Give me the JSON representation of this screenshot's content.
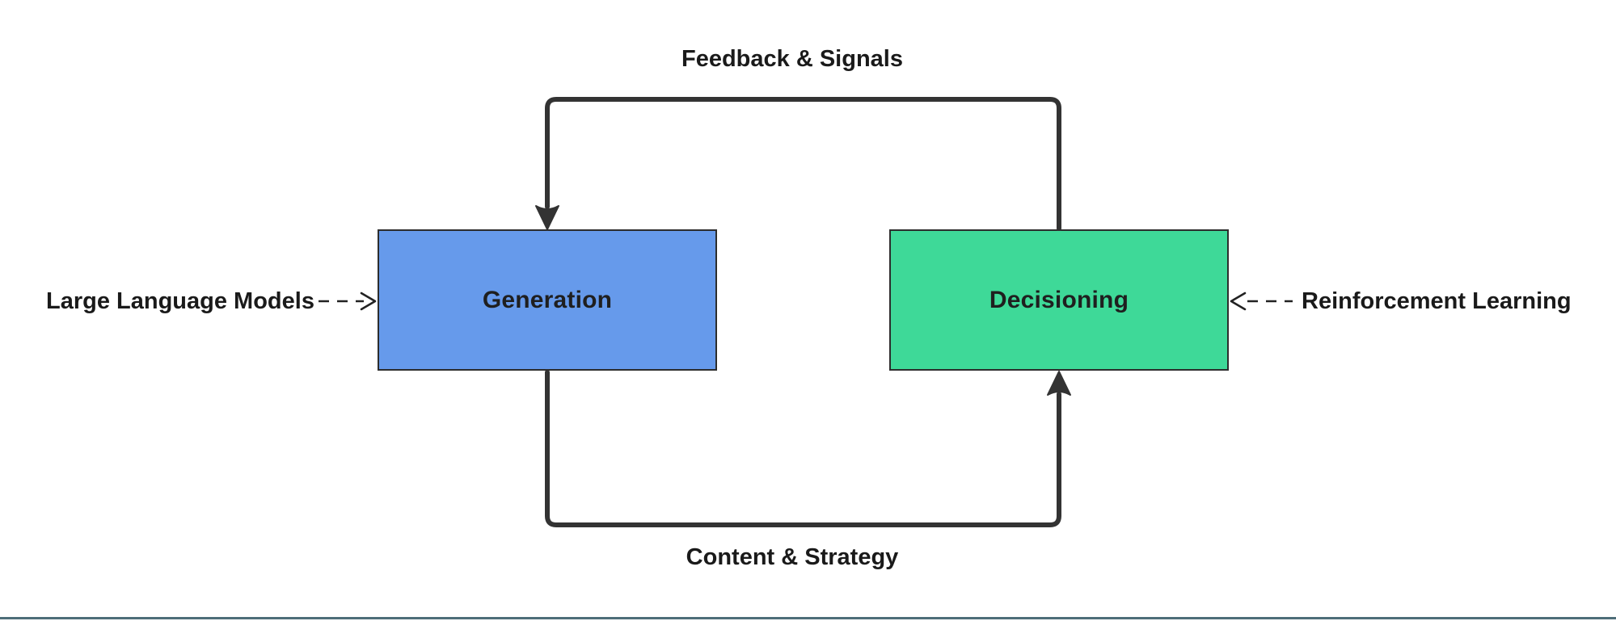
{
  "diagram": {
    "type": "flowchart-loop",
    "background": "#ffffff",
    "nodes": [
      {
        "id": "generation",
        "label": "Generation",
        "fill": "#669AEB",
        "border": "#2d2d2d"
      },
      {
        "id": "decisioning",
        "label": "Decisioning",
        "fill": "#3ED998",
        "border": "#2d2d2d"
      }
    ],
    "edges": [
      {
        "from": "decisioning",
        "to": "generation",
        "label": "Feedback & Signals",
        "style": "solid",
        "route": "top-loop",
        "arrowhead": "into-generation-top"
      },
      {
        "from": "generation",
        "to": "decisioning",
        "label": "Content & Strategy",
        "style": "solid",
        "route": "bottom-loop",
        "arrowhead": "into-decisioning-bottom"
      }
    ],
    "annotations": [
      {
        "label": "Large Language Models",
        "target": "generation",
        "side": "left",
        "style": "dashed-arrow"
      },
      {
        "label": "Reinforcement Learning",
        "target": "decisioning",
        "side": "right",
        "style": "dashed-arrow"
      }
    ],
    "colors": {
      "connector_stroke": "#333333",
      "dashed_stroke": "#222222",
      "node_text": "#1f1f1f",
      "label_text": "#1a1a1a",
      "bottom_rule": "#4e6e79"
    }
  }
}
